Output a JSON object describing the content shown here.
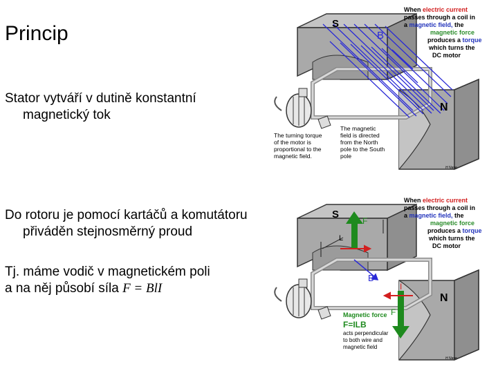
{
  "slide": {
    "title": "Princip",
    "paragraph1": {
      "line1": "Stator vytváří v dutině konstantní",
      "line2": "magnetický tok"
    },
    "paragraph2": {
      "line1": "Do rotoru je pomocí kartáčů a komutátoru",
      "line2": "přiváděn stejnosměrný proud"
    },
    "paragraph3": {
      "line1": "Tj. máme vodič v magnetickém poli",
      "line2_prefix": "a na něj působí síla ",
      "formula": "F = BlI"
    }
  },
  "figure_top": {
    "pole_s": "S",
    "pole_n": "N",
    "label_b": "B",
    "caption_lines": [
      {
        "parts": [
          {
            "t": "When ",
            "c": "#000000"
          },
          {
            "t": "electric current",
            "c": "#d21f1f"
          }
        ]
      },
      {
        "parts": [
          {
            "t": "passes through a  coil in",
            "c": "#000000"
          }
        ]
      },
      {
        "parts": [
          {
            "t": "a ",
            "c": "#000000"
          },
          {
            "t": "magnetic field,",
            "c": "#2233bb"
          },
          {
            "t": " the",
            "c": "#000000"
          }
        ]
      },
      {
        "parts": [
          {
            "t": "magnetic force",
            "c": "#2a8c2a"
          }
        ]
      },
      {
        "parts": [
          {
            "t": "produces a ",
            "c": "#000000"
          },
          {
            "t": "torque",
            "c": "#2233bb"
          }
        ]
      },
      {
        "parts": [
          {
            "t": "which turns the",
            "c": "#000000"
          }
        ]
      },
      {
        "parts": [
          {
            "t": "DC motor",
            "c": "#000000"
          }
        ]
      }
    ],
    "note_torque": [
      "The turning torque",
      "of the motor is",
      "proportional to the",
      "magnetic field."
    ],
    "note_field": [
      "The magnetic",
      "field is directed",
      "from the  North",
      "pole to the South",
      "pole"
    ],
    "credit": "H Nave"
  },
  "figure_bottom": {
    "pole_s": "S",
    "pole_n": "N",
    "label_b": "B",
    "label_f_top": "F",
    "label_f_bottom": "F",
    "label_i": "I",
    "label_l": "L",
    "caption_lines": [
      {
        "parts": [
          {
            "t": "When ",
            "c": "#000000"
          },
          {
            "t": "electric current",
            "c": "#d21f1f"
          }
        ]
      },
      {
        "parts": [
          {
            "t": "passes through a  coil in",
            "c": "#000000"
          }
        ]
      },
      {
        "parts": [
          {
            "t": "a ",
            "c": "#000000"
          },
          {
            "t": "magnetic field,",
            "c": "#2233bb"
          },
          {
            "t": " the",
            "c": "#000000"
          }
        ]
      },
      {
        "parts": [
          {
            "t": "magnetic force",
            "c": "#2a8c2a"
          }
        ]
      },
      {
        "parts": [
          {
            "t": "produces a ",
            "c": "#000000"
          },
          {
            "t": "torque",
            "c": "#2233bb"
          }
        ]
      },
      {
        "parts": [
          {
            "t": "which turns the",
            "c": "#000000"
          }
        ]
      },
      {
        "parts": [
          {
            "t": "DC motor",
            "c": "#000000"
          }
        ]
      }
    ],
    "force_title": "Magnetic force",
    "force_formula": "F=ILB",
    "force_note": [
      "acts perpendicular",
      "to both wire and",
      "magnetic field"
    ],
    "credit": "H Nave"
  },
  "colors": {
    "pole": "#a9a9a9",
    "pole_dark": "#7a7a7a",
    "field_lines": "#2a2ad6",
    "force_arrow": "#1e8a1e",
    "current": "#d21f1f",
    "coil": "#c8c8c8"
  }
}
